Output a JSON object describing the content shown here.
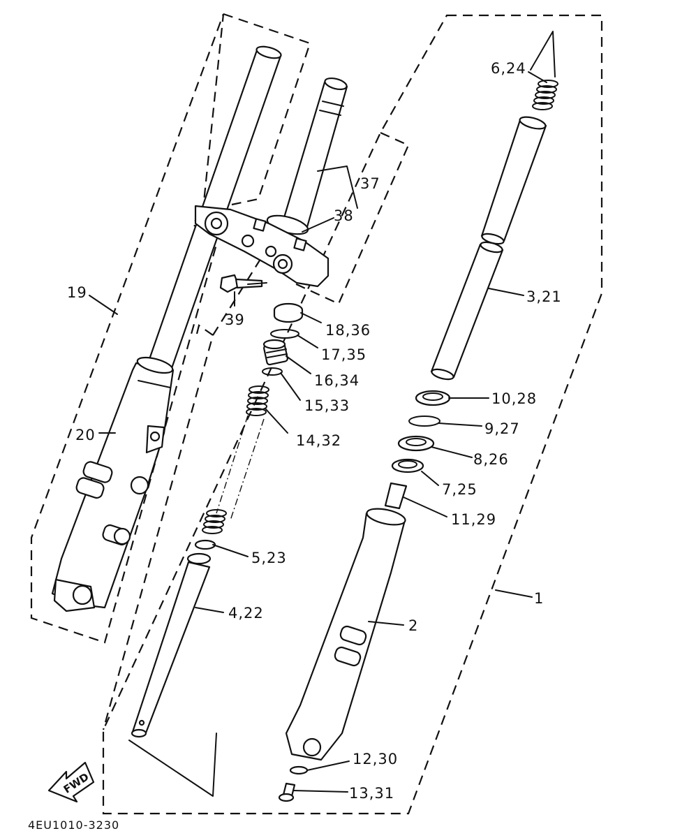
{
  "diagram": {
    "code": "4EU1010-3230",
    "fwd_label": "FWD",
    "callouts": [
      {
        "id": "1",
        "text": "1"
      },
      {
        "id": "2",
        "text": "2"
      },
      {
        "id": "3",
        "text": "3,21"
      },
      {
        "id": "4",
        "text": "4,22"
      },
      {
        "id": "5",
        "text": "5,23"
      },
      {
        "id": "6",
        "text": "6,24"
      },
      {
        "id": "7",
        "text": "7,25"
      },
      {
        "id": "8",
        "text": "8,26"
      },
      {
        "id": "9",
        "text": "9,27"
      },
      {
        "id": "10",
        "text": "10,28"
      },
      {
        "id": "11",
        "text": "11,29"
      },
      {
        "id": "12",
        "text": "12,30"
      },
      {
        "id": "13",
        "text": "13,31"
      },
      {
        "id": "14",
        "text": "14,32"
      },
      {
        "id": "15",
        "text": "15,33"
      },
      {
        "id": "16",
        "text": "16,34"
      },
      {
        "id": "17",
        "text": "17,35"
      },
      {
        "id": "18",
        "text": "18,36"
      },
      {
        "id": "19",
        "text": "19"
      },
      {
        "id": "20",
        "text": "20"
      },
      {
        "id": "37",
        "text": "37"
      },
      {
        "id": "38",
        "text": "38"
      },
      {
        "id": "39",
        "text": "39"
      }
    ]
  }
}
